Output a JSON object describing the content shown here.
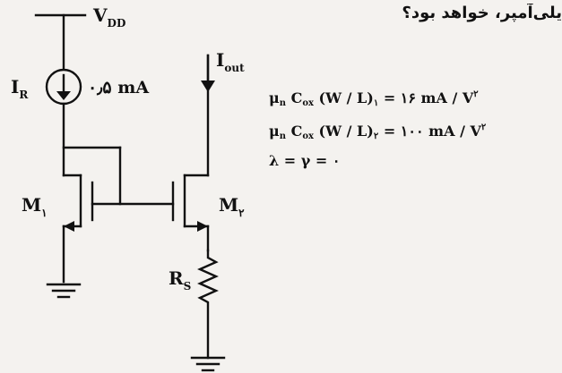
{
  "question_fragment": "یلی‌آمپر، خواهد بود؟",
  "circuit": {
    "supply_label": {
      "main": "V",
      "sub": "DD"
    },
    "ref_current_label": {
      "main": "I",
      "sub": "R"
    },
    "ref_current_value": "۰٫۵ mA",
    "output_current_label": {
      "main": "I",
      "sub": "out"
    },
    "m1_label": {
      "main": "M",
      "sub": "۱"
    },
    "m2_label": {
      "main": "M",
      "sub": "۲"
    },
    "rs_label": {
      "main": "R",
      "sub": "S"
    }
  },
  "parameters": {
    "eq1": {
      "mu": "μ",
      "mu_sub": "n",
      "cox": "C",
      "cox_sub": "ox",
      "wl": "(W / L)",
      "wl_sub": "۱",
      "rhs": " = ۱۶ mA / V",
      "rhs_sup": "۲"
    },
    "eq2": {
      "mu": "μ",
      "mu_sub": "n",
      "cox": "C",
      "cox_sub": "ox",
      "wl": "(W / L)",
      "wl_sub": "۲",
      "rhs": " = ۱۰۰ mA / V",
      "rhs_sup": "۲"
    },
    "eq3": "λ = γ = ۰"
  }
}
